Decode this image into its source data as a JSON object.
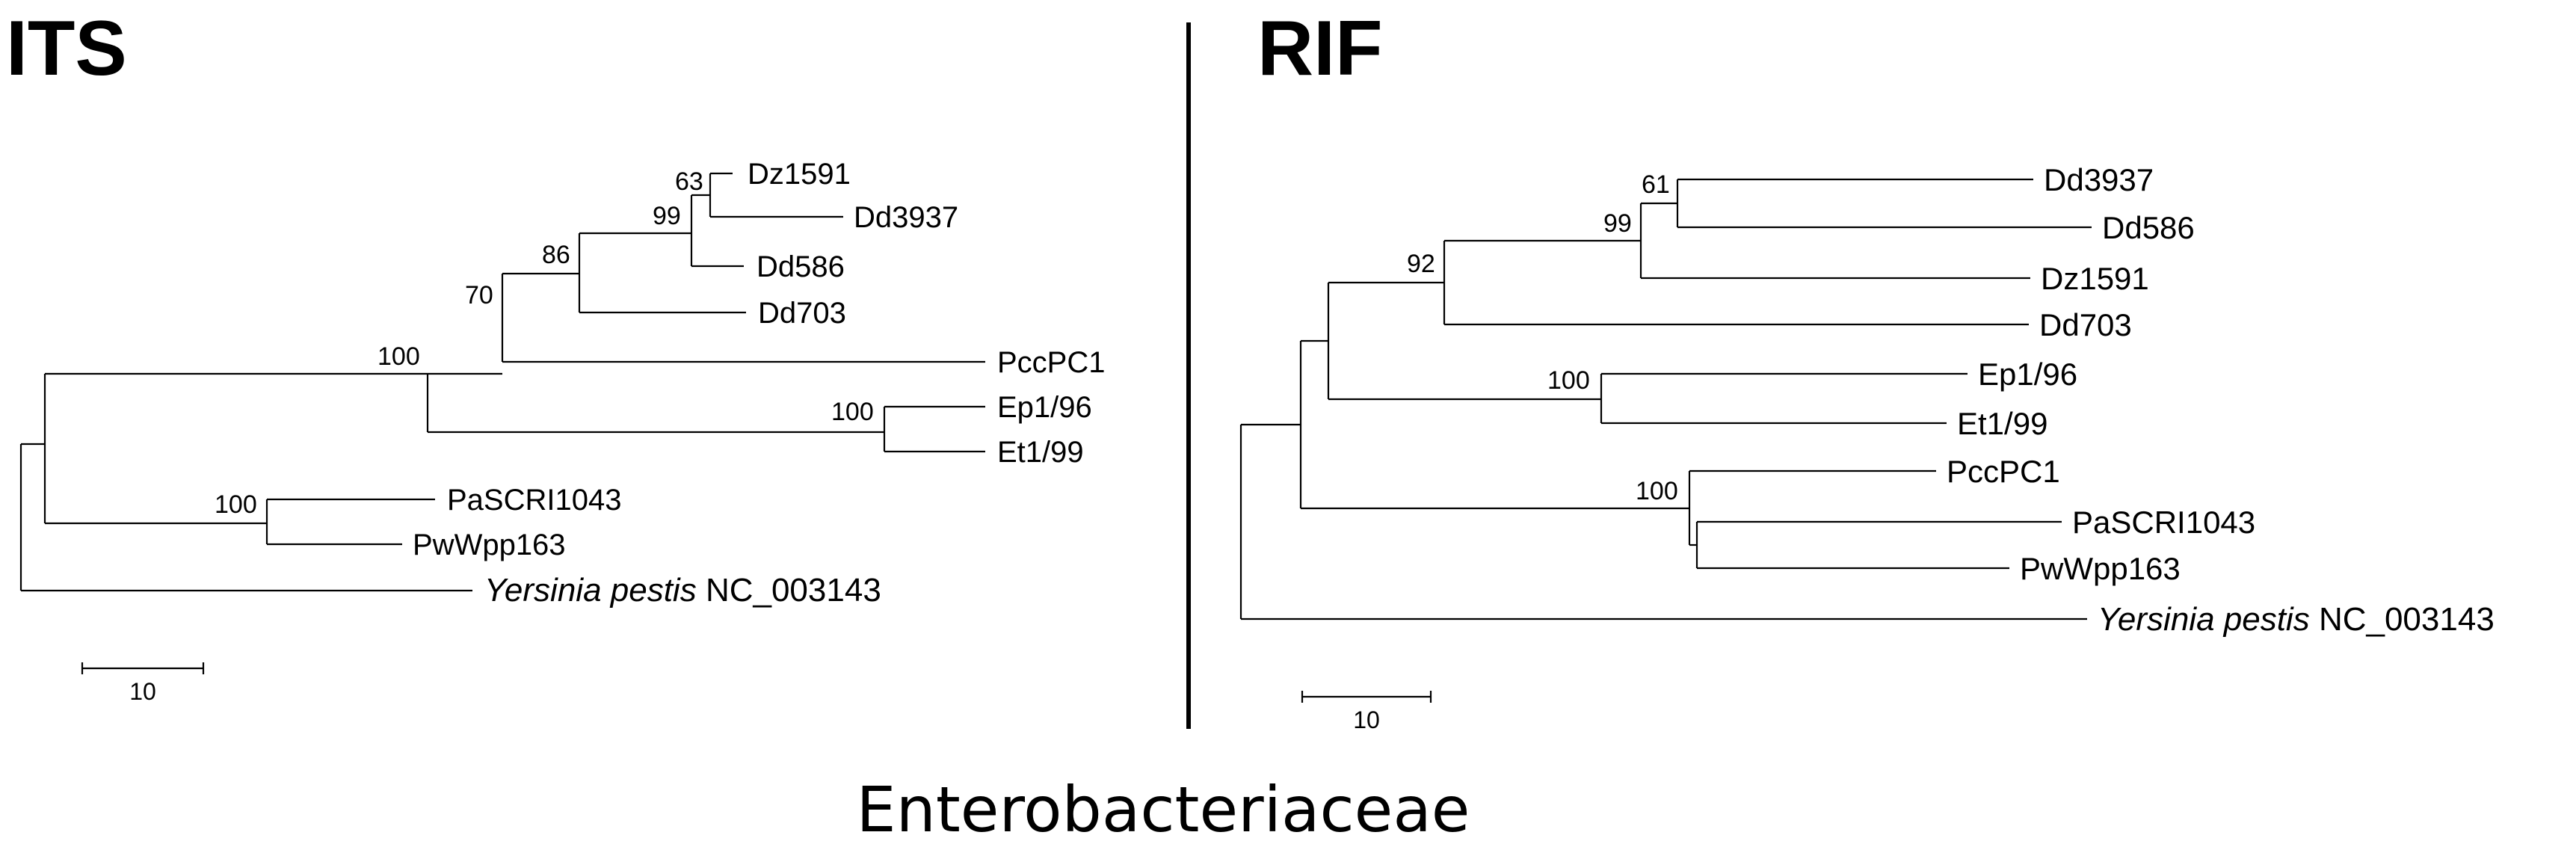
{
  "figure": {
    "caption": "Enterobacteriaceae"
  },
  "panels": [
    {
      "id": "its",
      "title": "ITS",
      "scale_bar_label": "10",
      "leaves": [
        {
          "name": "Dz1591"
        },
        {
          "name": "Dd3937"
        },
        {
          "name": "Dd586"
        },
        {
          "name": "Dd703"
        },
        {
          "name": "PccPC1"
        },
        {
          "name": "Ep1/96"
        },
        {
          "name": "Et1/99"
        },
        {
          "name": "PaSCRI1043"
        },
        {
          "name": "PwWpp163"
        },
        {
          "name": "NC_003143",
          "italic_prefix": "Yersinia pestis"
        }
      ],
      "bootstrap_values": [
        "63",
        "99",
        "86",
        "70",
        "100",
        "100",
        "100"
      ]
    },
    {
      "id": "rif",
      "title": "RIF",
      "scale_bar_label": "10",
      "leaves": [
        {
          "name": "Dd3937"
        },
        {
          "name": "Dd586"
        },
        {
          "name": "Dz1591"
        },
        {
          "name": "Dd703"
        },
        {
          "name": "Ep1/96"
        },
        {
          "name": "Et1/99"
        },
        {
          "name": "PccPC1"
        },
        {
          "name": "PaSCRI1043"
        },
        {
          "name": "PwWpp163"
        },
        {
          "name": "NC_003143",
          "italic_prefix": "Yersinia pestis"
        }
      ],
      "bootstrap_values": [
        "61",
        "99",
        "92",
        "100",
        "100"
      ]
    }
  ]
}
